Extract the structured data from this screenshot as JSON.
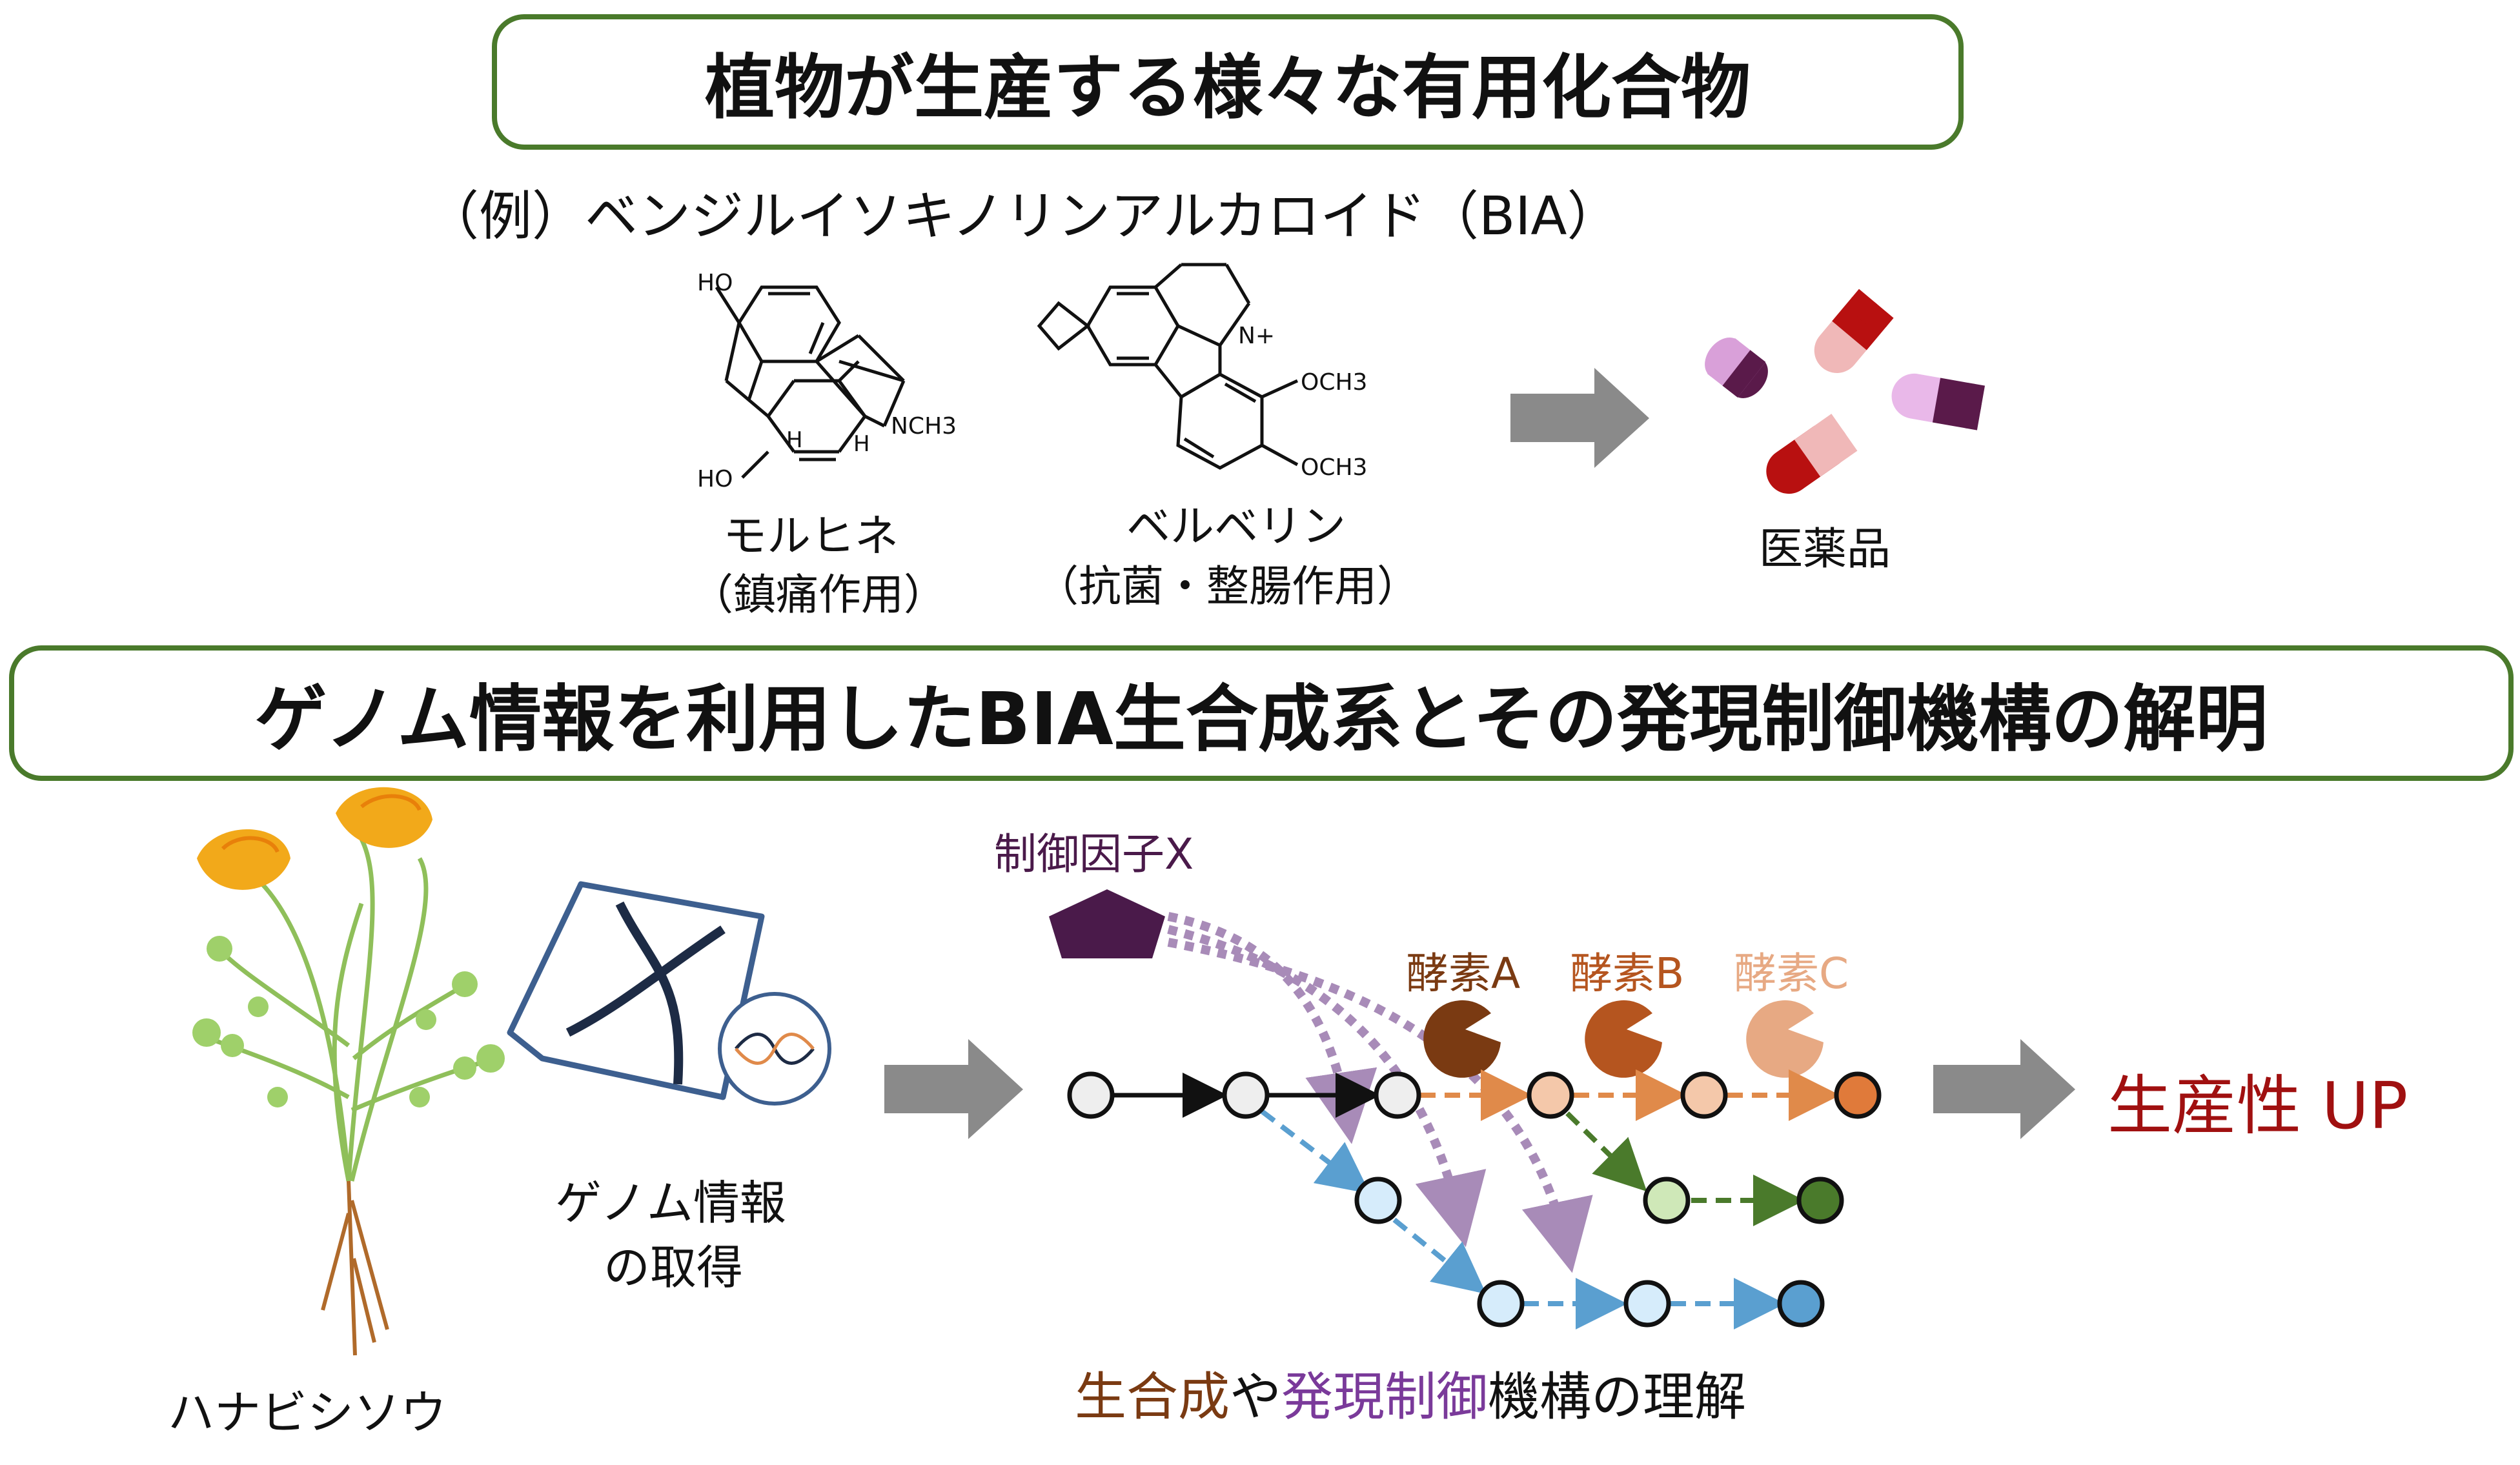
{
  "title_top": "植物が生産する様々な有用化合物",
  "example_line": "（例）ベンジルイソキノリンアルカロイド（BIA）",
  "compounds": {
    "morphine": {
      "name": "モルヒネ",
      "effect": "（鎮痛作用）",
      "atoms": {
        "ho_top": "HO",
        "ho_bottom": "HO",
        "n_ch3": "NCH3",
        "h1": "H",
        "h2": "H"
      }
    },
    "berberine": {
      "name": "ベルベリン",
      "effect": "（抗菌・整腸作用）",
      "atoms": {
        "n_plus": "N+",
        "och3_a": "OCH3",
        "och3_b": "OCH3"
      }
    }
  },
  "medicine_label": "医薬品",
  "title_middle": "ゲノム情報を利用したBIA生合成系とその発現制御機構の解明",
  "plant_label": "ハナビシソウ",
  "genome_label_line1": "ゲノム情報",
  "genome_label_line2": "の取得",
  "regulator_label": "制御因子X",
  "enzymes": [
    {
      "label": "酵素A",
      "color": "#7a3a12"
    },
    {
      "label": "酵素B",
      "color": "#b5551f"
    },
    {
      "label": "酵素C",
      "color": "#e7a983"
    }
  ],
  "result_label": "生産性 UP",
  "bottom_caption": {
    "part1": "生合成",
    "part2": "や",
    "part3": "発現制御",
    "part4": "機構の理解"
  },
  "colors": {
    "green_border": "#4a7a2b",
    "arrow_gray": "#8a8a8a",
    "regulator_purple": "#4a1a4a",
    "dotted_purple": "#a88bb8",
    "blue_arrow": "#5a9fd0",
    "orange_arrow": "#e08a4a",
    "green_arrow": "#4a7a2b",
    "result_red": "#a01010",
    "caption_brown": "#7a3a12",
    "caption_purple": "#7a3a9a"
  }
}
